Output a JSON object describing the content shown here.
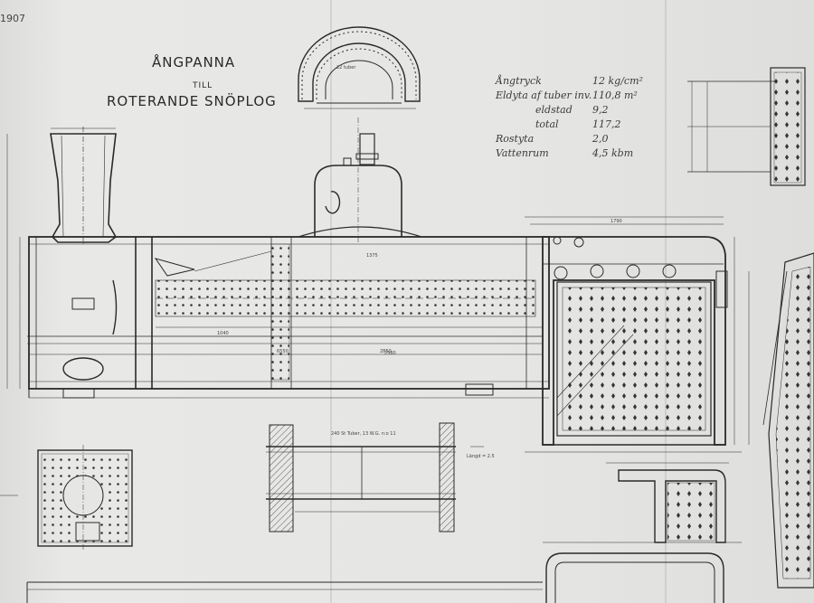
{
  "corner_label": "1907",
  "title": {
    "line1": "ÅNGPANNA",
    "line2": "TILL",
    "line3": "ROTERANDE SNÖPLOG"
  },
  "specs": [
    {
      "label": "Ångtryck",
      "value": "12 kg/cm²"
    },
    {
      "label": "Eldyta af tuber inv.",
      "value": "110,8 m²"
    },
    {
      "label": "eldstad",
      "value": "9,2"
    },
    {
      "label": "total",
      "value": "117,2"
    },
    {
      "label": "Rostyta",
      "value": "2,0"
    },
    {
      "label": "Vattenrum",
      "value": "4,5 kbm"
    }
  ],
  "dimension_labels": {
    "d1": "6550",
    "d2": "2850",
    "d3": "1790",
    "d4": "1375",
    "d5": "2580",
    "d6": "1040",
    "tubes": "240 St Tuber, 13 W.G. n:o 11",
    "tube_len": "Längd = 2.5",
    "arch_tubes": "22 tuber"
  },
  "colors": {
    "paper": "#e6e6e4",
    "ink": "#2a2a2a",
    "rivet": "#333333"
  }
}
